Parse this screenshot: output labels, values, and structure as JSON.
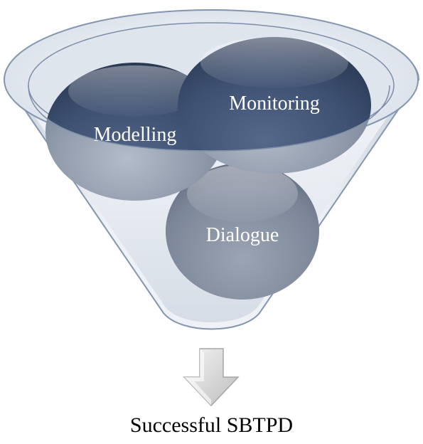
{
  "diagram": {
    "circles": {
      "modelling": "Modelling",
      "monitoring": "Monitoring",
      "dialogue": "Dialogue"
    },
    "outcome": "Successful SBTPD"
  },
  "colors": {
    "circle_dark": "#3b4d6b",
    "circle_light": "#8a95a6",
    "funnel_outline": "#8496b0",
    "arrow_fill": "#d9d9d9"
  }
}
